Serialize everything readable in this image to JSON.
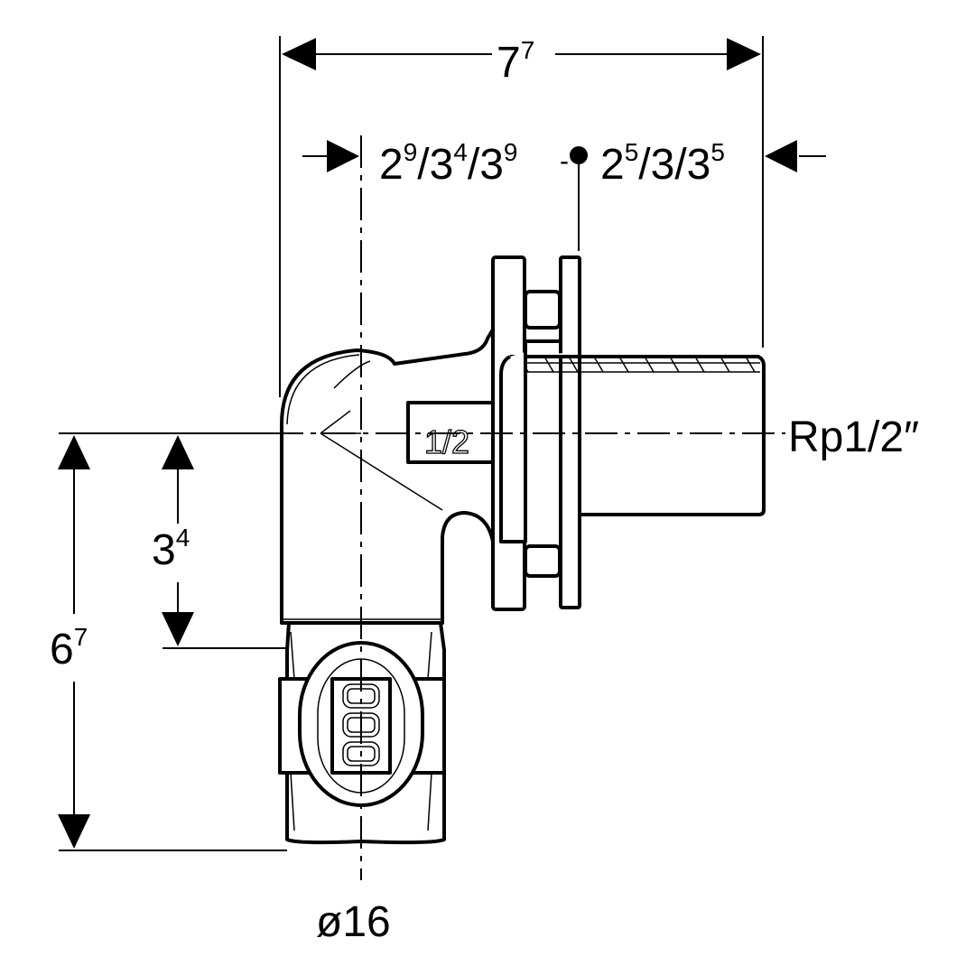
{
  "dimensions": {
    "overall_width": {
      "base": "7",
      "sup": "7"
    },
    "left_offset": {
      "p1": "2",
      "s1": "9",
      "p2": "/3",
      "s2": "4",
      "p3": "/3",
      "s3": "9"
    },
    "separator": "-",
    "right_offset": {
      "p1": "2",
      "s1": "5",
      "p2": "/3/3",
      "s2": "5"
    },
    "overall_height": {
      "base": "6",
      "sup": "7"
    },
    "center_height": {
      "base": "3",
      "sup": "4"
    },
    "thread_label": "Rp1/2″",
    "pipe_diameter": "ø16"
  },
  "fitting_marking": "1/2"
}
